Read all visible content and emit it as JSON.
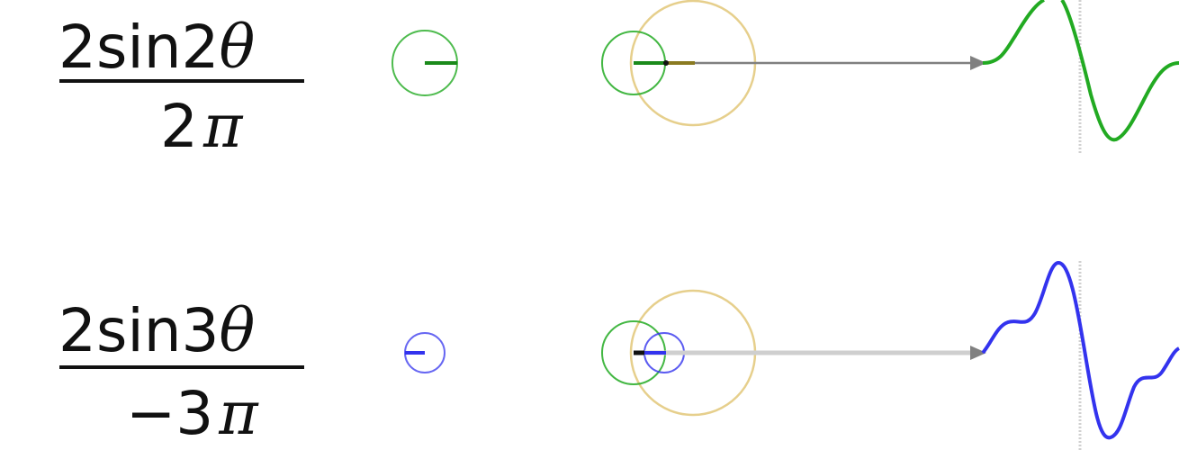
{
  "colors": {
    "green": "#22aa22",
    "green_dark": "#1a8a1a",
    "blue": "#3333ee",
    "tan": "#e6cf8c",
    "gray_arrow": "#808080",
    "light_gray": "#cfcfcf",
    "black": "#111111"
  },
  "terms": [
    {
      "numerator_prefix": "2sin2",
      "numerator_var": "θ",
      "denominator_coef": "2",
      "denominator_var": "π",
      "color": "#22aa22",
      "small_circle_icon": "green-rotating-circle",
      "trace_icon": "green-waveform"
    },
    {
      "numerator_prefix": "2sin3",
      "numerator_var": "θ",
      "denominator_coef": "−3",
      "denominator_var": "π",
      "color": "#3333ee",
      "small_circle_icon": "blue-rotating-circle",
      "trace_icon": "blue-waveform"
    }
  ]
}
